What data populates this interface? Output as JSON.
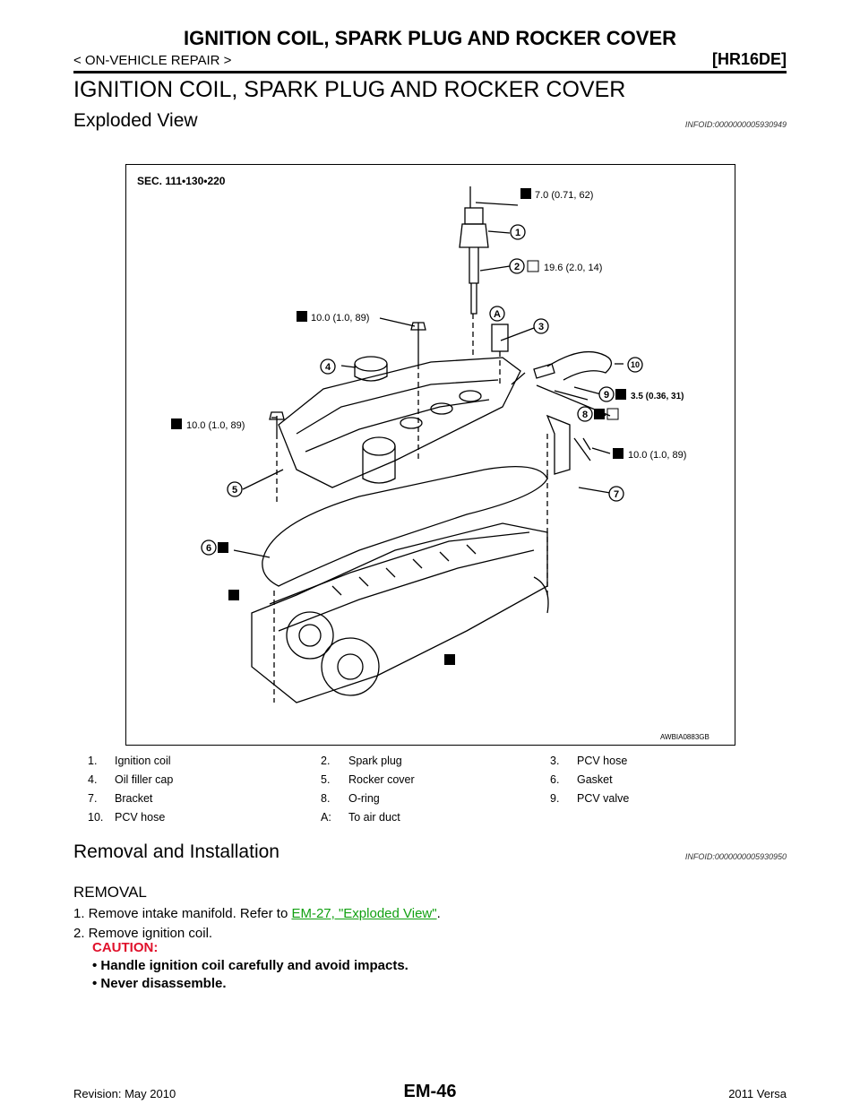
{
  "header": {
    "title": "IGNITION COIL, SPARK PLUG AND ROCKER COVER",
    "section": "< ON-VEHICLE REPAIR >",
    "engine": "[HR16DE]"
  },
  "page_title": "IGNITION COIL, SPARK PLUG AND ROCKER COVER",
  "exploded": {
    "heading": "Exploded View",
    "infoid": "INFOID:0000000005930949",
    "figure": {
      "sec": "SEC. 111•130•220",
      "code": "AWBIA0883GB",
      "callouts": [
        "1",
        "2",
        "3",
        "4",
        "5",
        "6",
        "7",
        "8",
        "9",
        "10",
        "A"
      ],
      "torques": {
        "t1": "7.0 (0.71, 62)",
        "t2": "19.6 (2.0, 14)",
        "t3": "10.0 (1.0, 89)",
        "t4": "10.0 (1.0, 89)",
        "t5": "3.5 (0.36, 31)",
        "t6": "10.0 (1.0, 89)"
      }
    },
    "parts": [
      [
        {
          "n": "1.",
          "t": "Ignition coil"
        },
        {
          "n": "2.",
          "t": "Spark plug"
        },
        {
          "n": "3.",
          "t": "PCV hose"
        }
      ],
      [
        {
          "n": "4.",
          "t": "Oil filler cap"
        },
        {
          "n": "5.",
          "t": "Rocker cover"
        },
        {
          "n": "6.",
          "t": "Gasket"
        }
      ],
      [
        {
          "n": "7.",
          "t": "Bracket"
        },
        {
          "n": "8.",
          "t": "O-ring"
        },
        {
          "n": "9.",
          "t": "PCV valve"
        }
      ],
      [
        {
          "n": "10.",
          "t": "PCV hose"
        },
        {
          "n": "A:",
          "t": "To air duct"
        },
        {
          "n": "",
          "t": ""
        }
      ]
    ]
  },
  "removal": {
    "heading": "Removal and Installation",
    "infoid": "INFOID:0000000005930950",
    "subheading": "REMOVAL",
    "step1_prefix": "1.  Remove intake manifold. Refer to ",
    "step1_link": "EM-27, \"Exploded View\"",
    "step1_suffix": ".",
    "step2": "2.  Remove ignition coil.",
    "caution": "CAUTION:",
    "bullets": [
      "• Handle ignition coil carefully and avoid impacts.",
      "• Never disassemble."
    ]
  },
  "footer": {
    "revision": "Revision: May 2010",
    "page": "EM-46",
    "model": "2011 Versa"
  }
}
